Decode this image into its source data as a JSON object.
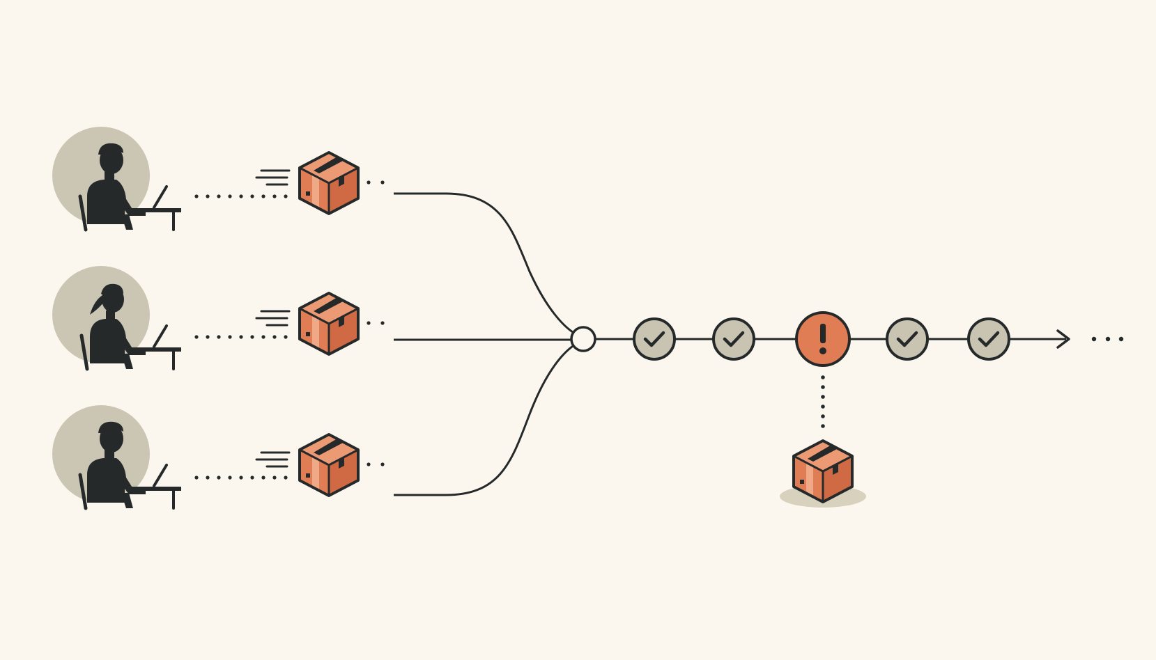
{
  "colors": {
    "background": "#fcf7ee",
    "ink": "#25292a",
    "avatar_circle": "#cbc5b3",
    "package_front": "#e07d55",
    "package_side": "#cf6a44",
    "package_top": "#eb9a74",
    "package_highlight": "#f3b493",
    "passed_check_fill": "#c9c3b1",
    "failed_check_fill": "#e07d55",
    "shadow": "#d8d1bd"
  },
  "developers": [
    {
      "role": "developer",
      "hair": "short",
      "icon": "developer-at-laptop-icon"
    },
    {
      "role": "developer",
      "hair": "ponytail",
      "icon": "developer-at-laptop-icon"
    },
    {
      "role": "developer",
      "hair": "short",
      "icon": "developer-at-laptop-icon"
    }
  ],
  "packages": [
    {
      "icon": "package-box-icon",
      "state": "in-transit"
    },
    {
      "icon": "package-box-icon",
      "state": "in-transit"
    },
    {
      "icon": "package-box-icon",
      "state": "in-transit"
    }
  ],
  "merge_node": {
    "icon": "merge-point-icon"
  },
  "pipeline_checks": [
    {
      "status": "passed",
      "icon": "check-icon"
    },
    {
      "status": "passed",
      "icon": "check-icon"
    },
    {
      "status": "failed",
      "icon": "exclamation-icon"
    },
    {
      "status": "passed",
      "icon": "check-icon"
    },
    {
      "status": "passed",
      "icon": "check-icon"
    }
  ],
  "rejected_package": {
    "icon": "package-box-icon",
    "state": "rejected"
  },
  "continuation": {
    "icon": "ellipsis-icon",
    "arrow": "arrow-right-icon"
  }
}
